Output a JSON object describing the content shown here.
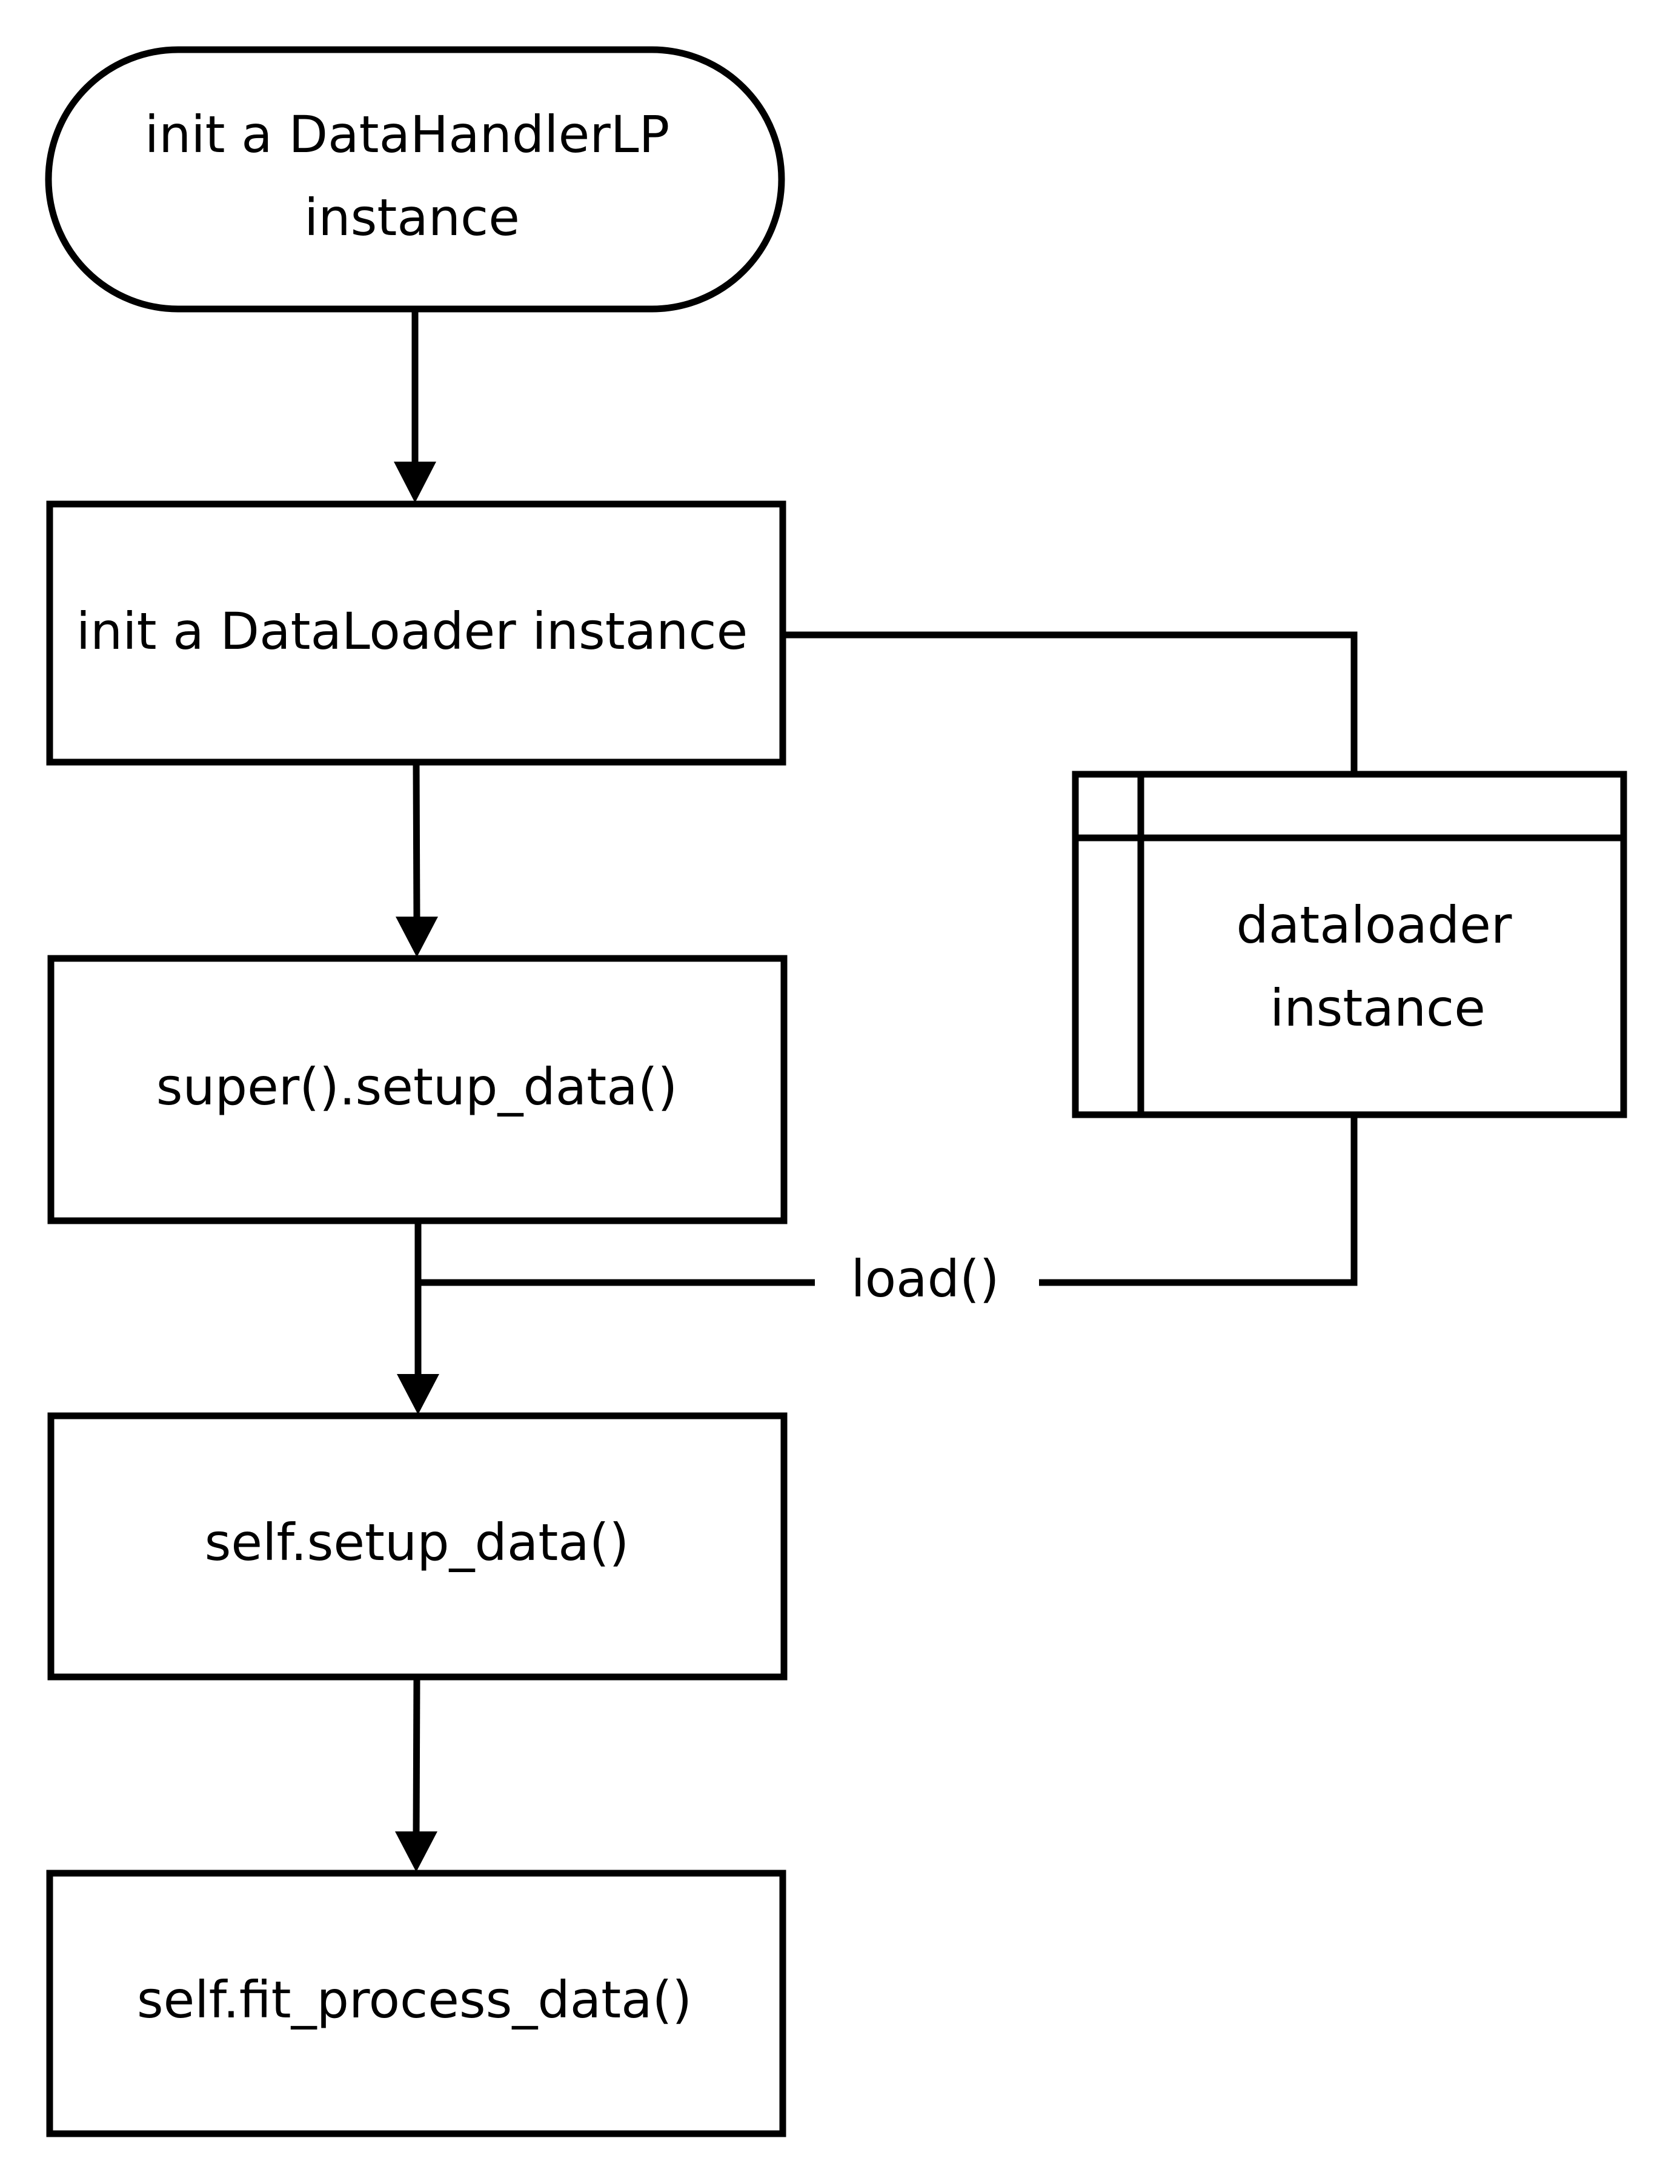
{
  "nodes": {
    "start": {
      "line1": "init a DataHandlerLP",
      "line2": "instance"
    },
    "dataloader_init": {
      "text": "init a DataLoader instance"
    },
    "super_setup": {
      "text": "super().setup_data()"
    },
    "self_setup": {
      "text": "self.setup_data()"
    },
    "fit_process": {
      "text": "self.fit_process_data()"
    },
    "dataloader_store": {
      "line1": "dataloader",
      "line2": "instance"
    }
  },
  "edges": {
    "load_label": "load()"
  }
}
